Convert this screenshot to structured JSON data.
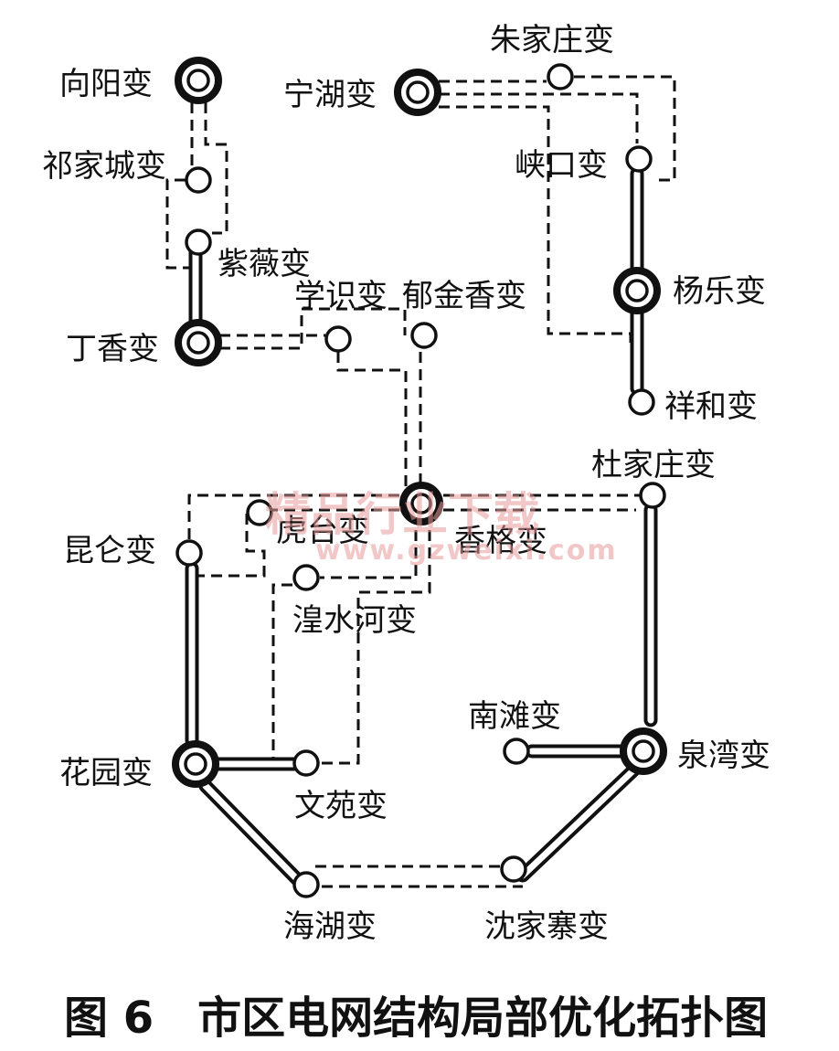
{
  "stations": {
    "xiangyang": "向阳变",
    "qijiacheng": "祁家城变",
    "ziwei": "紫薇变",
    "dingxiang": "丁香变",
    "xueshi": "学识变",
    "yujinxiang": "郁金香变",
    "ninghu": "宁湖变",
    "zhujiazhuang": "朱家庄变",
    "xiakou": "峡口变",
    "yangle": "杨乐变",
    "xianghe": "祥和变",
    "dujiazhuang": "杜家庄变",
    "xiangge": "香格变",
    "hutai": "虎台变",
    "kunlun": "昆仑变",
    "huangshuihe": "湟水河变",
    "nantan": "南滩变",
    "quanwan": "泉湾变",
    "huayuan": "花园变",
    "wenyuan": "文苑变",
    "haihu": "海湖变",
    "shenjiazhai": "沈家寨变"
  },
  "caption": "图 6　市区电网结构局部优化拓扑图",
  "watermark": {
    "line1": "精品行业下载",
    "line2": "www.gzweixi.com"
  },
  "legend_colors": {
    "line": "#111111",
    "background": "#ffffff",
    "watermark": "#e89a9a"
  }
}
